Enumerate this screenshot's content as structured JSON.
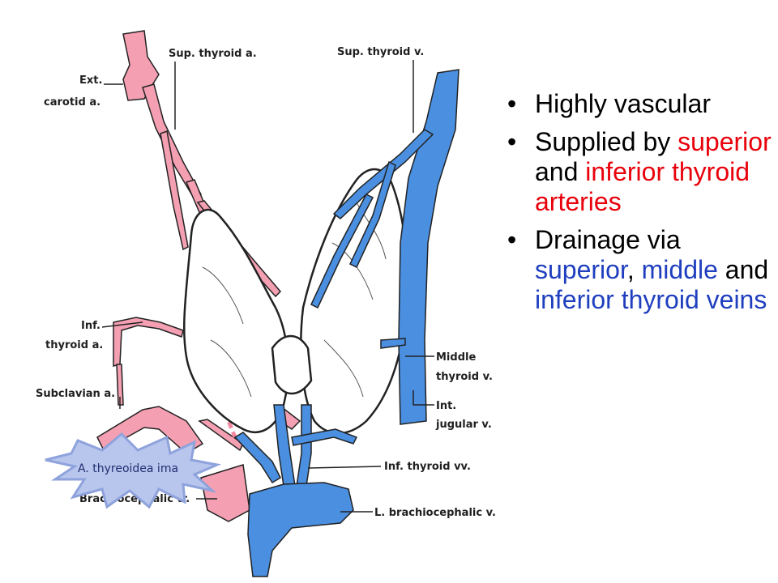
{
  "diagram": {
    "labels": {
      "ext_carotid_1": "Ext.",
      "ext_carotid_2": "carotid a.",
      "sup_thyroid_a": "Sup. thyroid a.",
      "sup_thyroid_v": "Sup. thyroid v.",
      "inf_thyroid_a_1": "Inf.",
      "inf_thyroid_a_2": "thyroid a.",
      "subclavian": "Subclavian a.",
      "middle_thyroid_1": "Middle",
      "middle_thyroid_2": "thyroid v.",
      "int_jugular_1": "Int.",
      "int_jugular_2": "jugular v.",
      "inf_thyroid_vv": "Inf. thyroid vv.",
      "brachiocephalic_tr": "Brachiocephalic tr.",
      "l_brachiocephalic": "L. brachiocephalic v.",
      "thyroidea_ima": "A. thyreoidea ima"
    },
    "colors": {
      "artery": "#f4a0b2",
      "vein": "#4a8fe0",
      "gland": "#ffffff",
      "outline": "#222222",
      "callout_fill": "#b8c6ee",
      "callout_border": "#8ea2dc"
    }
  },
  "bullets": {
    "b1": {
      "text": "Highly vascular"
    },
    "b2": {
      "p1": "Supplied by ",
      "p2": "superior",
      "p3": " and ",
      "p4": "inferior thyroid arteries"
    },
    "b3": {
      "p1": "Drainage via ",
      "p2": "superior",
      "p3": ", ",
      "p4": "middle",
      "p5": " and ",
      "p6": "inferior thyroid veins"
    },
    "marker": "•"
  }
}
